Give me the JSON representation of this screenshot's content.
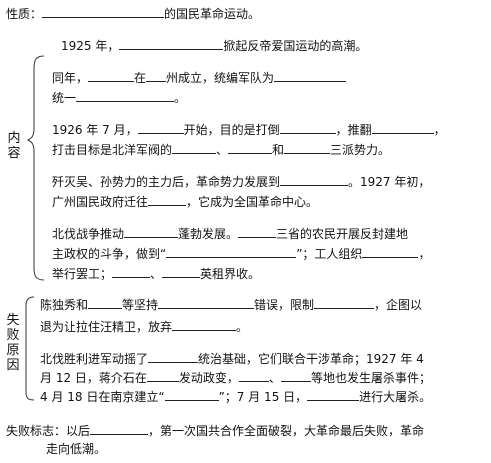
{
  "header": {
    "label": "性质：",
    "suffix": "的国民革命运动。"
  },
  "content": {
    "side_label_1": "内",
    "side_label_2": "容",
    "p1": {
      "a": "1925 年，",
      "b": "掀起反帝爱国运动的高潮。"
    },
    "p2": {
      "a": "同年，",
      "b": "在",
      "c": "州成立，统编军队为",
      "d": "统一",
      "e": "。"
    },
    "p3": {
      "a": "1926 年 7 月，",
      "b": "开始，目的是打倒",
      "c": "，推翻",
      "d": "，",
      "e": "打击目标是北洋军阀的",
      "f": "、",
      "g": "和",
      "h": "三派势力。"
    },
    "p4": {
      "a": "歼灭吴、孙势力的主力后，革命势力发展到",
      "b": "。1927 年初，",
      "c": "广州国民政府迁往",
      "d": "，它成为全国革命中心。"
    },
    "p5": {
      "a": "北伐战争推动",
      "b": "蓬勃发展。",
      "c": "三省的农民开展反封建地",
      "d": "主政权的斗争，做到“",
      "e": "”；工人组织",
      "f": "，",
      "g": "举行罢工；",
      "h": "、",
      "i": "英租界收。"
    }
  },
  "failure": {
    "side_label": [
      "失",
      "败",
      "原",
      "因"
    ],
    "p1": {
      "a": "陈独秀和",
      "b": "等坚持",
      "c": "错误，限制",
      "d": "，企图以",
      "e": "退为让拉住汪精卫，放弃",
      "f": "。"
    },
    "p2": {
      "a": "北伐胜利进军动摇了",
      "b": "统治基础，它们联合干涉革命；1927 年 4",
      "c": "月 12 日，蒋介石在",
      "d": "发动政变，",
      "e": "、",
      "f": "等地也发生屠杀事件；",
      "g": "4 月 18 日在南京建立“",
      "h": "”；7 月 15 日，",
      "i": "进行大屠杀。"
    }
  },
  "footer": {
    "a": "失败标志：以后",
    "b": "，第一次国共合作全面破裂，大革命最后失败，革命",
    "c": "走向低潮。"
  }
}
